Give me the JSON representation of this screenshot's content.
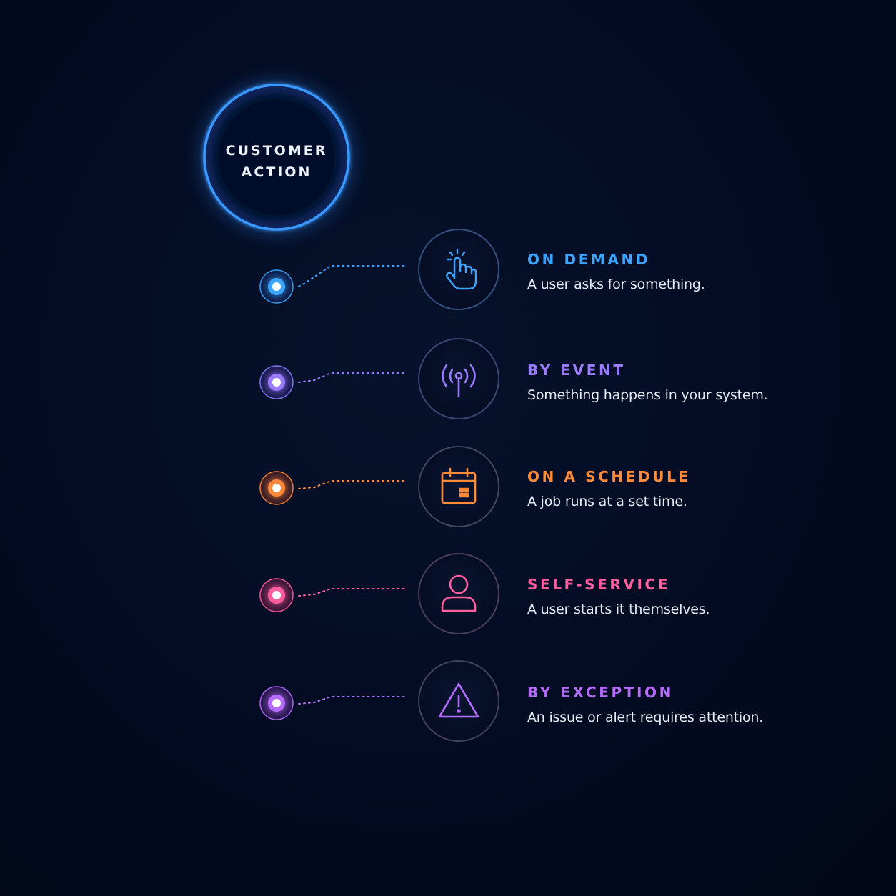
{
  "hub": {
    "line1": "CUSTOMER",
    "line2": "ACTION",
    "color": "#2f8cff"
  },
  "items": [
    {
      "title": "ON DEMAND",
      "description": "A user asks for something.",
      "icon": "pointer-click-icon",
      "color": "#3da4ff"
    },
    {
      "title": "BY EVENT",
      "description": "Something happens in your system.",
      "icon": "signal-antenna-icon",
      "color": "#9b7bff"
    },
    {
      "title": "ON A SCHEDULE",
      "description": "A job runs at a set time.",
      "icon": "calendar-icon",
      "color": "#ff8a3a"
    },
    {
      "title": "SELF-SERVICE",
      "description": "A user starts it themselves.",
      "icon": "user-icon",
      "color": "#ff5f9e"
    },
    {
      "title": "BY EXCEPTION",
      "description": "An issue or alert requires attention.",
      "icon": "warning-triangle-icon",
      "color": "#b66cff"
    }
  ]
}
